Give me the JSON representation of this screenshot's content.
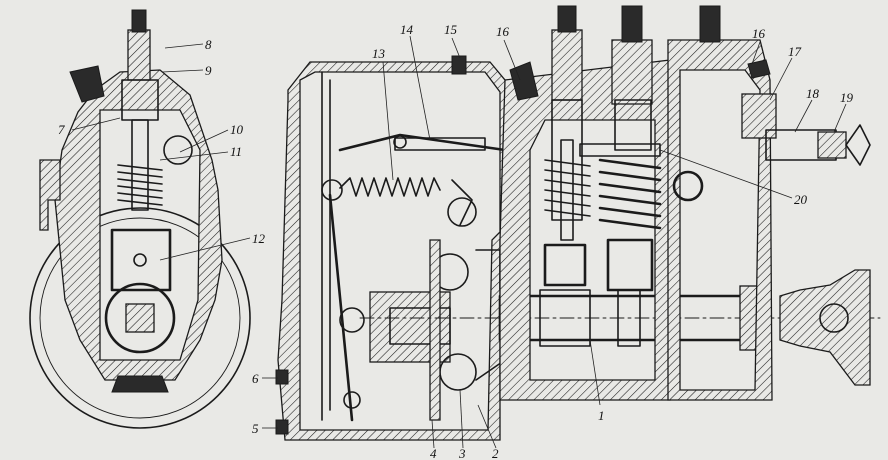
{
  "diagram": {
    "background": "#e9e9e6",
    "ink": "#1b1b1b",
    "callouts": [
      {
        "id": "c1",
        "text": "1"
      },
      {
        "id": "c2",
        "text": "2"
      },
      {
        "id": "c3",
        "text": "3"
      },
      {
        "id": "c4",
        "text": "4"
      },
      {
        "id": "c5",
        "text": "5"
      },
      {
        "id": "c6",
        "text": "6"
      },
      {
        "id": "c7",
        "text": "7"
      },
      {
        "id": "c8",
        "text": "8"
      },
      {
        "id": "c9",
        "text": "9"
      },
      {
        "id": "c10",
        "text": "10"
      },
      {
        "id": "c11",
        "text": "11"
      },
      {
        "id": "c12",
        "text": "12"
      },
      {
        "id": "c13",
        "text": "13"
      },
      {
        "id": "c14",
        "text": "14"
      },
      {
        "id": "c15",
        "text": "15"
      },
      {
        "id": "c16a",
        "text": "16"
      },
      {
        "id": "c16b",
        "text": "16"
      },
      {
        "id": "c17",
        "text": "17"
      },
      {
        "id": "c18",
        "text": "18"
      },
      {
        "id": "c19",
        "text": "19"
      },
      {
        "id": "c20",
        "text": "20"
      }
    ]
  }
}
